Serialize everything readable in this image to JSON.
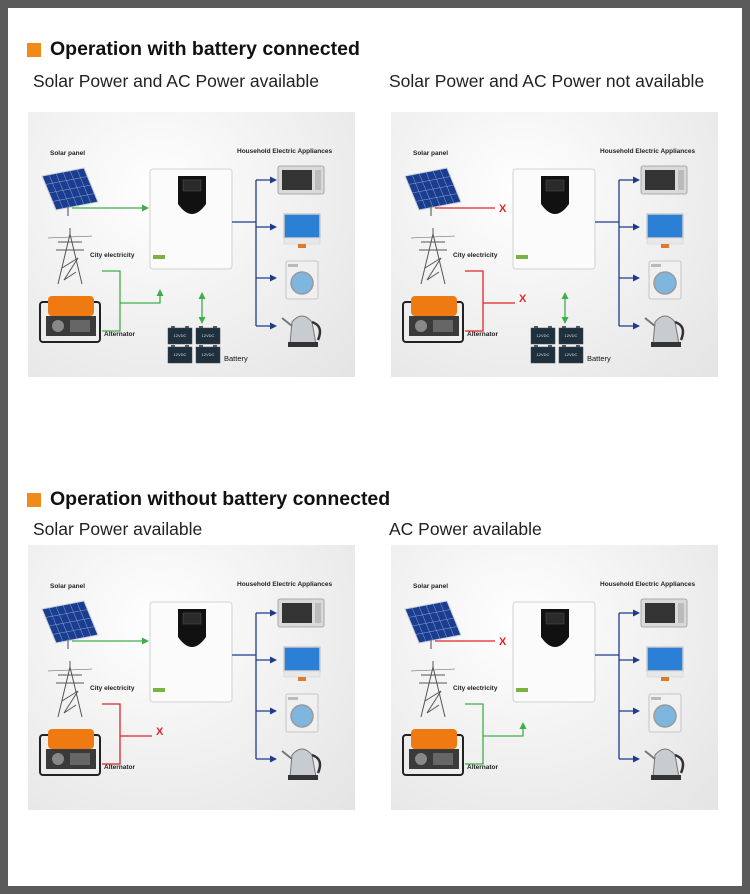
{
  "sections": [
    {
      "title": "Operation with battery connected",
      "panels": [
        {
          "subtitle": "Solar Power and AC Power available",
          "solar_ok": true,
          "ac_ok": true,
          "battery": true,
          "labels": {
            "solar": "Solar panel",
            "appliances": "Household Electric Appliances",
            "city": "City electricity",
            "alternator": "Alternator",
            "battery": "Battery",
            "battery_unit": "12VDC"
          }
        },
        {
          "subtitle": "Solar Power and AC Power not available",
          "solar_ok": false,
          "ac_ok": false,
          "battery": true,
          "labels": {
            "solar": "Solar panel",
            "appliances": "Household Electric Appliances",
            "city": "City electricity",
            "alternator": "Alternator",
            "battery": "Battery",
            "battery_unit": "12VDC"
          }
        }
      ]
    },
    {
      "title": "Operation without battery connected",
      "panels": [
        {
          "subtitle": "Solar Power available",
          "solar_ok": true,
          "ac_ok": false,
          "battery": false,
          "labels": {
            "solar": "Solar panel",
            "appliances": "Household Electric Appliances",
            "city": "City electricity",
            "alternator": "Alternator"
          }
        },
        {
          "subtitle": "AC Power available",
          "solar_ok": false,
          "ac_ok": true,
          "battery": false,
          "labels": {
            "solar": "Solar panel",
            "appliances": "Household Electric Appliances",
            "city": "City electricity",
            "alternator": "Alternator"
          }
        }
      ]
    }
  ],
  "colors": {
    "ok": "#3fae49",
    "fail": "#e0262a",
    "load": "#1f3a8a",
    "accent": "#f28a1a"
  },
  "fail_mark": "X"
}
